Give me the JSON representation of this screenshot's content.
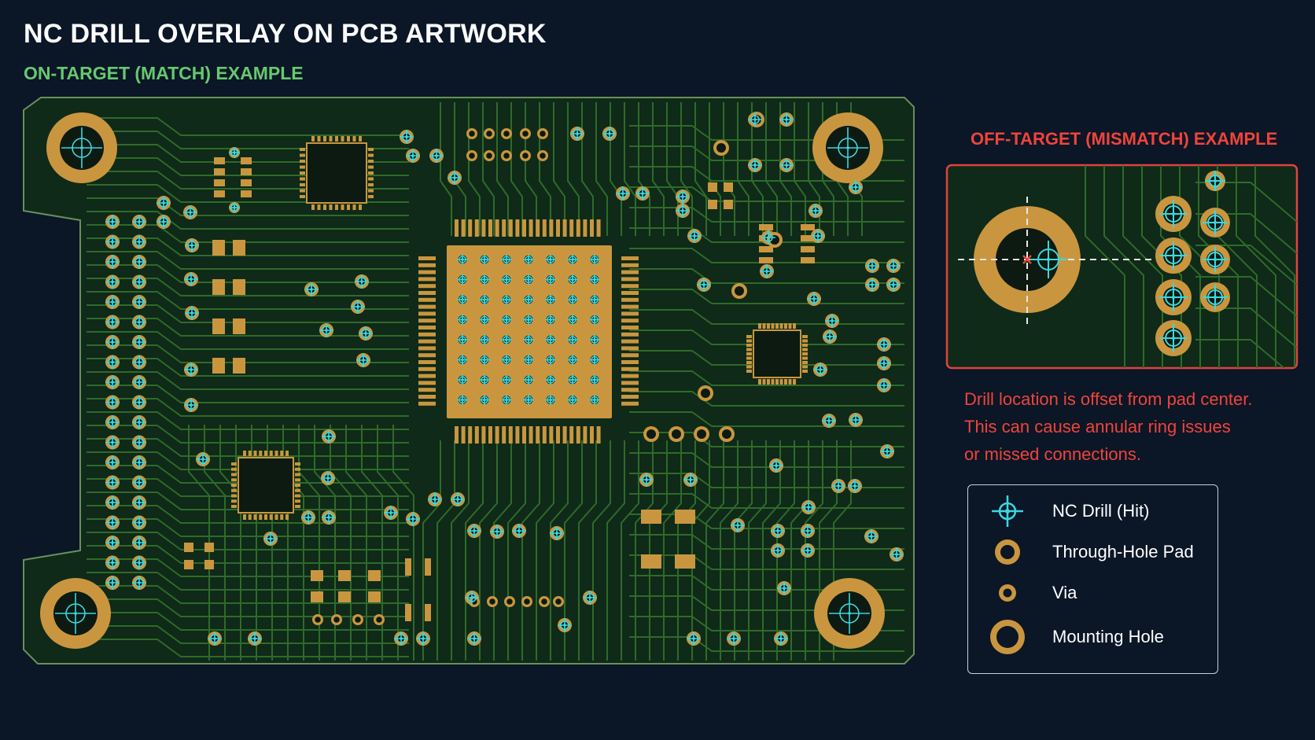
{
  "header": {
    "title": "NC DRILL OVERLAY ON PCB ARTWORK",
    "subtitle": "ON-TARGET (MATCH) EXAMPLE"
  },
  "mismatch": {
    "title": "OFF-TARGET (MISMATCH) EXAMPLE",
    "note_lines": [
      "Drill location is offset from pad center.",
      "This can cause annular ring issues",
      "or missed connections."
    ]
  },
  "legend": {
    "items": [
      {
        "label": "NC Drill (Hit)",
        "icon": "nc-drill-icon"
      },
      {
        "label": "Through-Hole Pad",
        "icon": "through-hole-pad-icon"
      },
      {
        "label": "Via",
        "icon": "via-icon"
      },
      {
        "label": "Mounting Hole",
        "icon": "mounting-hole-icon"
      }
    ]
  },
  "colors": {
    "background": "#0b1627",
    "board": "#0f2a18",
    "board_outline": "#6a8f5b",
    "trace": "#2f6a2a",
    "copper": "#c9963f",
    "drill": "#3ad7df",
    "mismatch": "#f0443a",
    "subtitle": "#66c96e"
  }
}
